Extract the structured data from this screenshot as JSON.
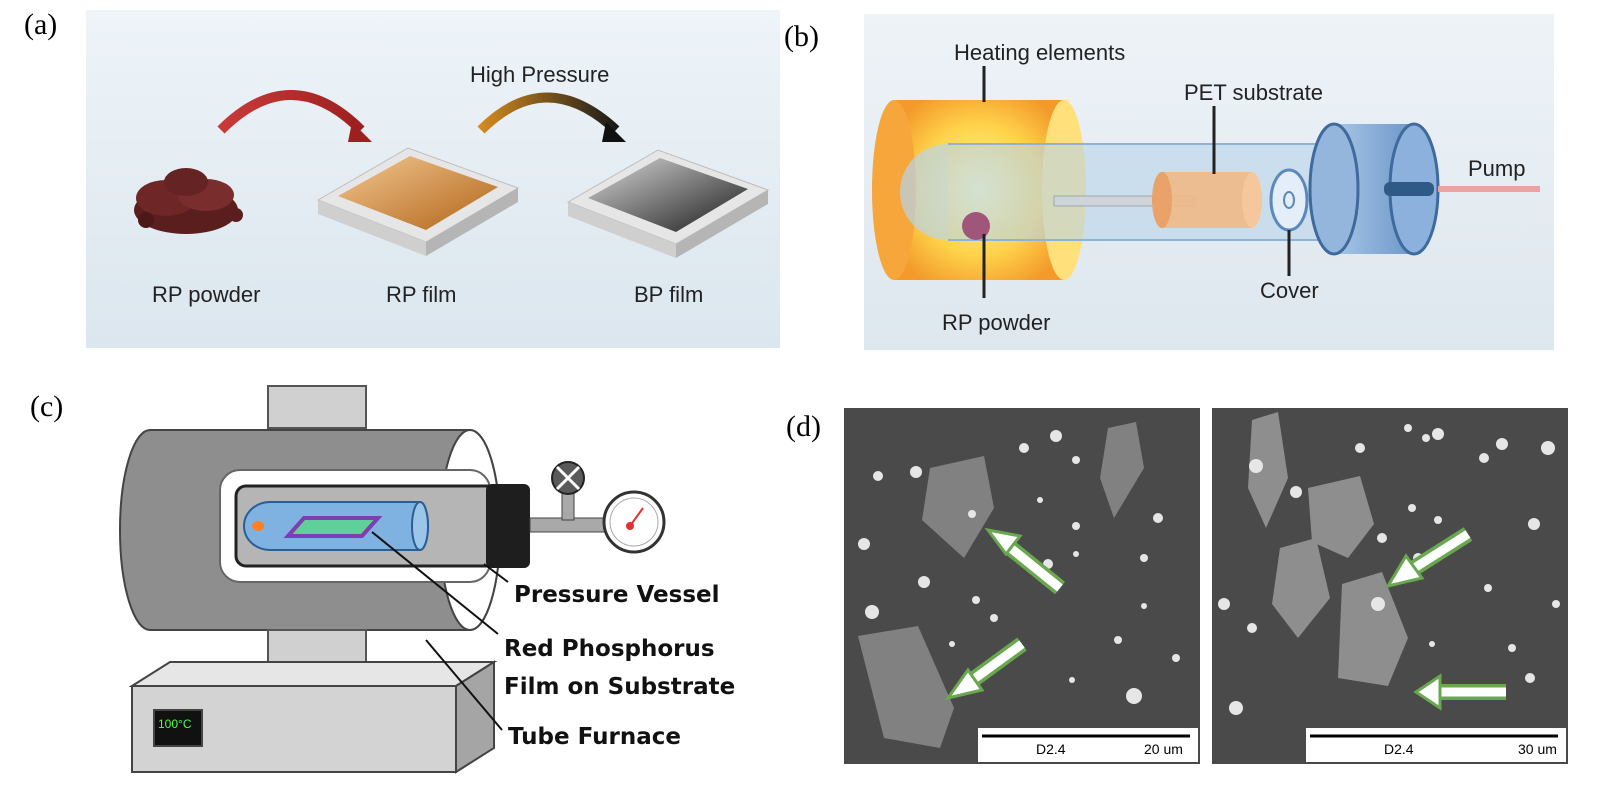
{
  "panel_labels": {
    "a": "(a)",
    "b": "(b)",
    "c": "(c)",
    "d": "(d)"
  },
  "panel_a": {
    "rp_powder": "RP powder",
    "rp_film": "RP film",
    "bp_film": "BP film",
    "high_pressure": "High Pressure"
  },
  "panel_b": {
    "heating_elements": "Heating elements",
    "pet_substrate": "PET substrate",
    "pump": "Pump",
    "cover": "Cover",
    "rp_powder": "RP powder"
  },
  "panel_c": {
    "pressure_vessel": "Pressure Vessel",
    "rp_film_line1": "Red Phosphorus",
    "rp_film_line2": "Film on Substrate",
    "tube_furnace": "Tube Furnace",
    "display": "100°C"
  },
  "panel_d": {
    "left": {
      "scale_code": "D2.4",
      "scale_length": "20 um"
    },
    "right": {
      "scale_code": "D2.4",
      "scale_length": "30 um"
    }
  },
  "colors": {
    "furnace_gray": "#8a8a8a",
    "tube_blue": "#5b9bd5",
    "film_green": "#5fd09a",
    "film_purple": "#7a3fb0",
    "arrow_green": "#6aa84f",
    "rp_red": "#a83232"
  }
}
